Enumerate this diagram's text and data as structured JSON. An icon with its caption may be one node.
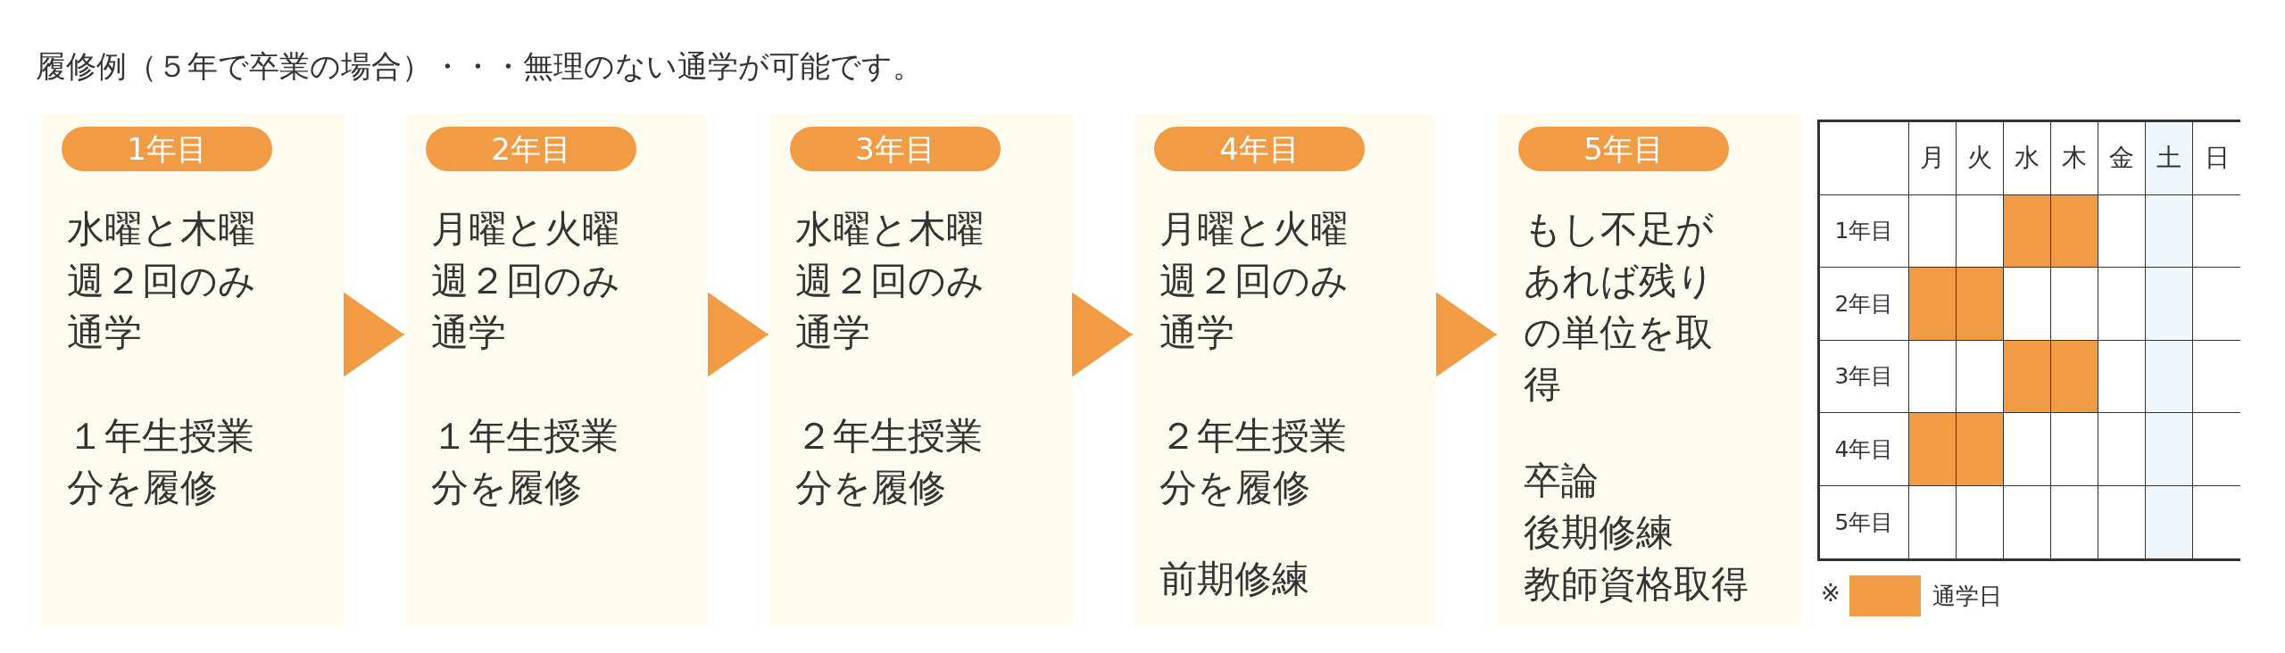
{
  "diagram": {
    "title": "履修例（５年で卒業の場合）・・・無理のない通学が可能です。",
    "nodes": [
      {
        "text": [
          "1年目",
          "水曜と木曜週２回のみ通学",
          "１年生授業分を履修"
        ]
      },
      {
        "text": [
          "2年目",
          "月曜と火曜週２回のみ通学",
          "１年生授業分を履修"
        ]
      },
      {
        "text": [
          "3年目",
          "水曜と木曜週２回のみ通学",
          "２年生授業分を履修"
        ]
      },
      {
        "text": [
          "4年目",
          "月曜と火曜週２回のみ通学",
          "２年生授業分を履修",
          "前期修練"
        ]
      },
      {
        "text": [
          "5年目",
          "もし不足があれば残りの単位を取得",
          "卒論",
          "後期修練",
          "教師資格取得"
        ]
      }
    ],
    "edges": [
      {
        "from": 0,
        "to": 1,
        "arrow": "to"
      },
      {
        "from": 1,
        "to": 2,
        "arrow": "to"
      },
      {
        "from": 2,
        "to": 3,
        "arrow": "to"
      },
      {
        "from": 3,
        "to": 4,
        "arrow": "to"
      }
    ],
    "labels": [
      "月",
      "火",
      "水",
      "木",
      "金",
      "土",
      "日",
      "1年目",
      "2年目",
      "3年目",
      "4年目",
      "5年目",
      "※"
    ],
    "legend": [
      {
        "text": "通学日",
        "color": "#f29b45"
      }
    ]
  }
}
